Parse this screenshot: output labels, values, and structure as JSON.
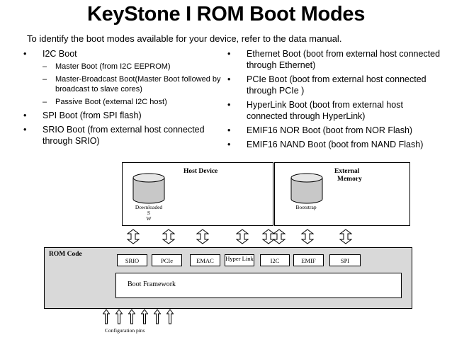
{
  "title": "KeyStone I ROM Boot Modes",
  "intro": "To identify the boot modes available for your device, refer to the data manual.",
  "left_list": {
    "i2c": "I2C Boot",
    "i2c_subs": [
      "Master Boot (from I2C EEPROM)",
      "Master-Broadcast Boot(Master Boot followed by broadcast to slave cores)",
      "Passive Boot (external I2C host)"
    ],
    "spi": "SPI Boot (from SPI flash)",
    "srio": "SRIO Boot (from external host connected through SRIO)"
  },
  "right_list": [
    "Ethernet Boot (boot from external host connected through Ethernet)",
    "PCIe Boot (boot from external host connected through PCIe )",
    "HyperLink Boot (boot from external host connected through HyperLink)",
    "EMIF16 NOR Boot (boot from NOR Flash)",
    "EMIF16 NAND Boot (boot from NAND Flash)"
  ],
  "diagram": {
    "host_device": "Host Device",
    "downloaded": "Downloaded",
    "sw": "S\nW",
    "external_memory_line1": "External",
    "external_memory_line2": "Memory",
    "bootstrap": "Bootstrap",
    "rom_code": "ROM Code",
    "modules": [
      "SRIO",
      "PCIe",
      "EMAC",
      "Hyper Link",
      "I2C",
      "EMIF",
      "SPI"
    ],
    "boot_framework": "Boot Framework",
    "configuration_pins": "Configuration pins"
  }
}
